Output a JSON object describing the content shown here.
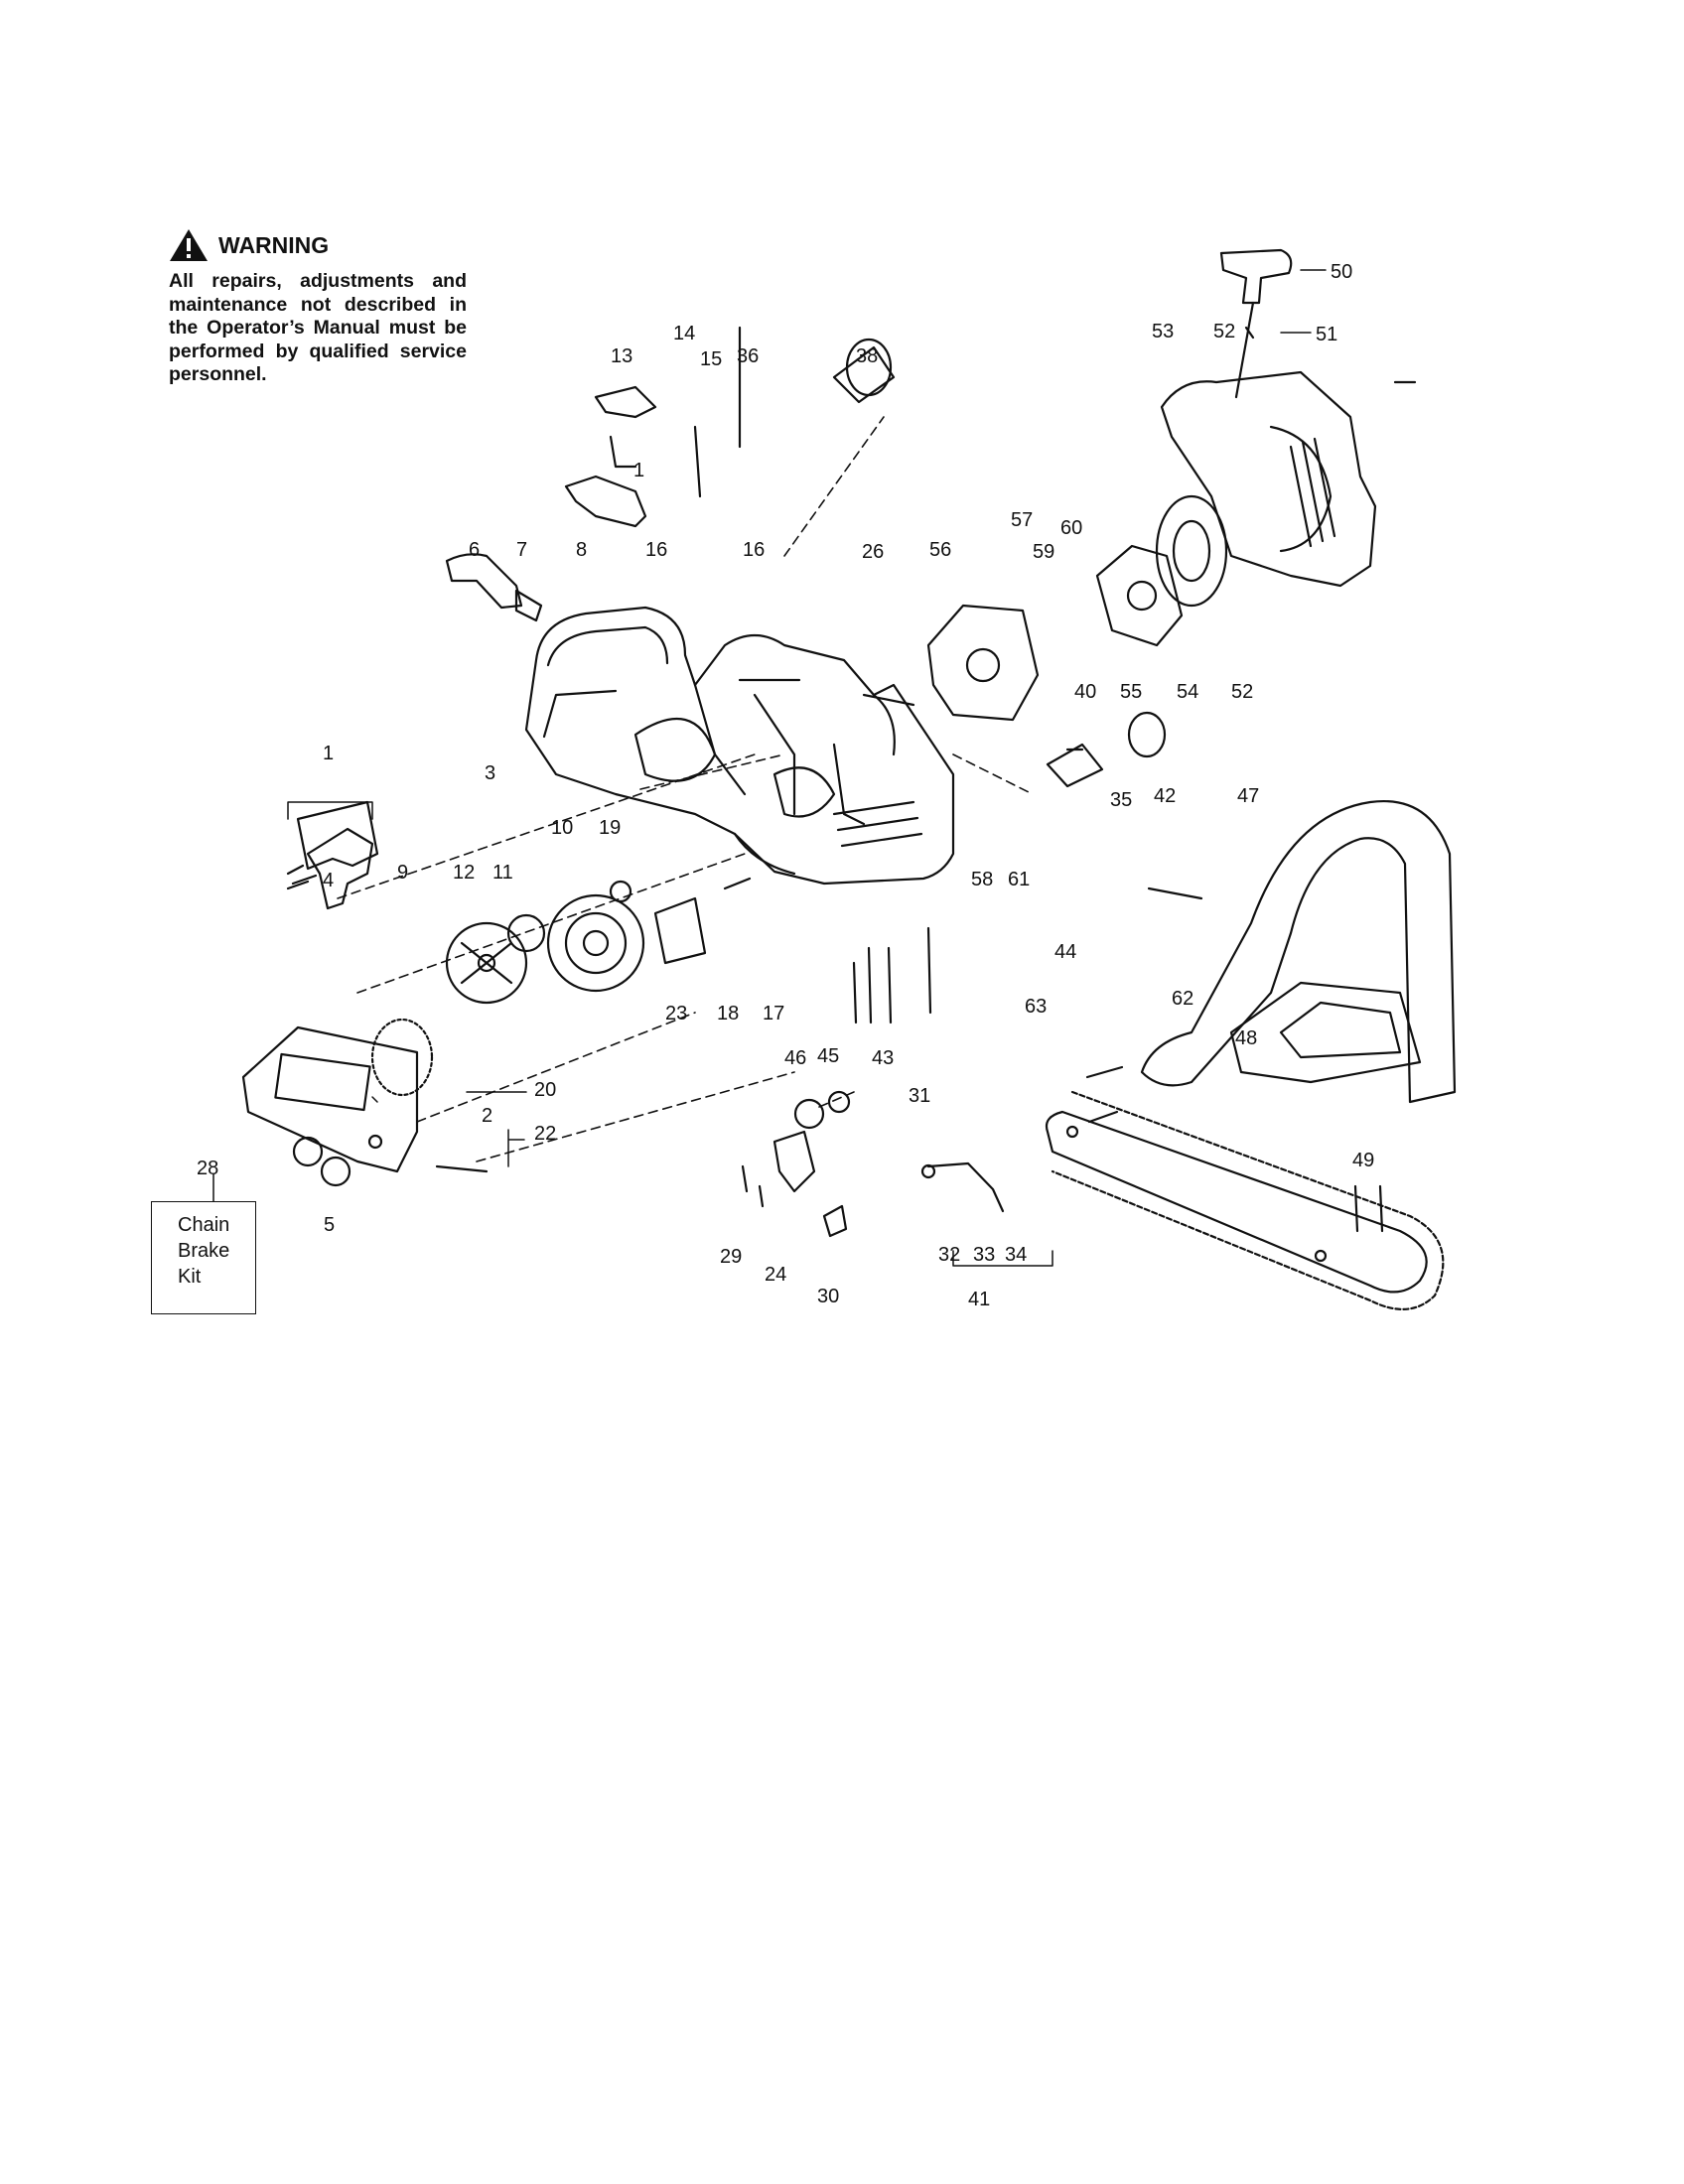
{
  "warning": {
    "title": "WARNING",
    "text": "All repairs, adjustments and maintenance not described in the Operator’s Manual must be performed by qualified service personnel."
  },
  "kit": {
    "number": "28",
    "lines": [
      "Chain",
      "Brake",
      "Kit"
    ]
  },
  "callouts": [
    "50",
    "51",
    "53",
    "52",
    "13",
    "14",
    "15",
    "36",
    "38",
    "1",
    "57",
    "60",
    "59",
    "6",
    "7",
    "8",
    "16",
    "16",
    "26",
    "56",
    "40",
    "55",
    "54",
    "52",
    "1",
    "3",
    "35",
    "42",
    "47",
    "10",
    "19",
    "58",
    "61",
    "9",
    "12",
    "11",
    "4",
    "44",
    "63",
    "62",
    "23",
    "18",
    "17",
    "43",
    "48",
    "46",
    "45",
    "20",
    "31",
    "2",
    "22",
    "49",
    "5",
    "29",
    "24",
    "32",
    "33",
    "34",
    "30",
    "41"
  ]
}
